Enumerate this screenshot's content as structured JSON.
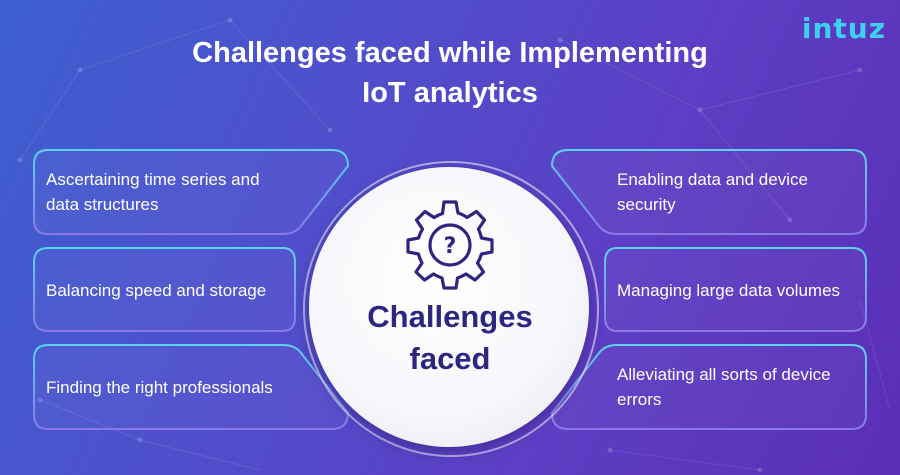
{
  "logo": "intuz",
  "title": {
    "line1": "Challenges faced while Implementing",
    "line2": "IoT analytics"
  },
  "center": {
    "icon": "gear-question-icon",
    "label_line1": "Challenges",
    "label_line2": "faced"
  },
  "challenges": {
    "left": [
      {
        "line1": "Ascertaining time series and",
        "line2": "data structures"
      },
      {
        "line1": "Balancing speed and storage",
        "line2": ""
      },
      {
        "line1": "Finding the right professionals",
        "line2": ""
      }
    ],
    "right": [
      {
        "line1": "Enabling data and device",
        "line2": "security"
      },
      {
        "line1": "Managing large data volumes",
        "line2": ""
      },
      {
        "line1": "Alleviating all sorts of device",
        "line2": "errors"
      }
    ]
  },
  "colors": {
    "background_left": "#3d5fd0",
    "background_right": "#5a2fb6",
    "box_border_top": "#5cd3ee",
    "box_border_bottom": "#8a78e8",
    "logo": "#3ed0f0",
    "center_text": "#2e2580"
  }
}
